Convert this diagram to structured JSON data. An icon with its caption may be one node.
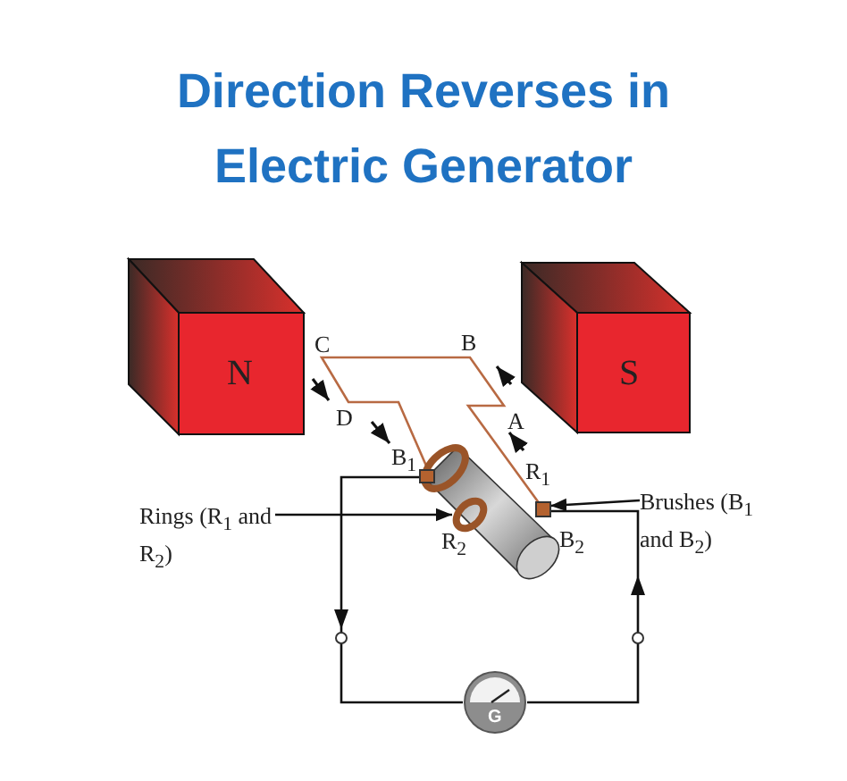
{
  "diagram": {
    "title": "Direction Reverses in Electric Generator",
    "nodes": [
      {
        "text": [
          "N"
        ]
      },
      {
        "text": [
          "S"
        ]
      },
      {
        "text": [],
        "shape": "box",
        "beside": [
          "B$_{1}$"
        ]
      },
      {
        "text": [
          "Rings (R$_{1}$ and R$_{2}$)"
        ]
      },
      {
        "text": [],
        "shape": "circle",
        "beside": [
          "R$_{2}$"
        ]
      },
      {
        "text": [
          "Brushes (B$_{1}$ and B$_{2}$)"
        ]
      },
      {
        "text": [],
        "shape": "box",
        "beside": [
          "B$_{2}$"
        ]
      },
      {
        "text": [
          "G"
        ]
      }
    ],
    "edges": [
      {
        "from": 3,
        "to": 4,
        "arrow": "to"
      },
      {
        "from": 5,
        "to": 6,
        "arrow": "to"
      },
      {
        "from": 2,
        "to": 7,
        "arrow": "to"
      },
      {
        "from": 7,
        "to": 6,
        "arrow": "to"
      }
    ],
    "labels": [
      "C",
      "B",
      "D",
      "A",
      "R$_{1}$"
    ]
  }
}
